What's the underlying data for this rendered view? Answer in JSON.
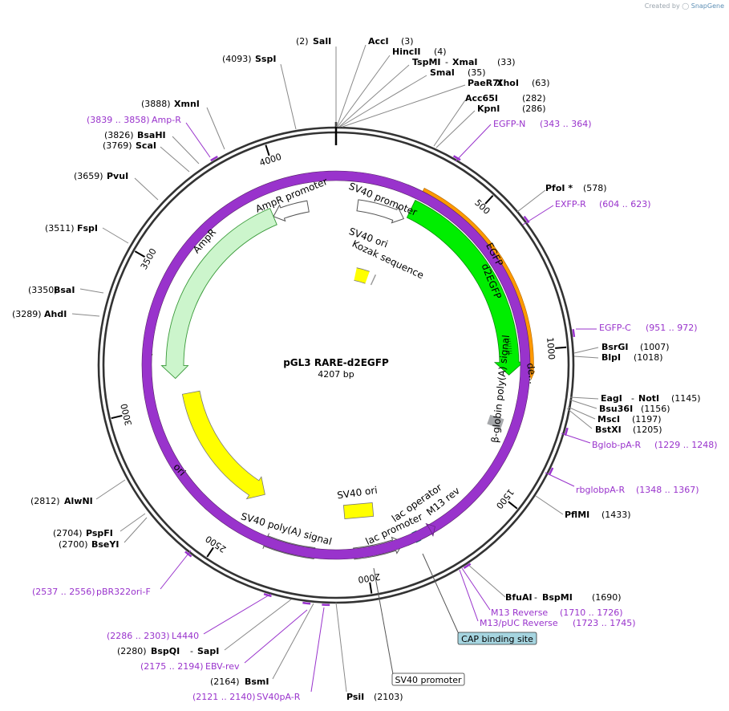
{
  "credit": {
    "prefix": "Created by",
    "brand": "SnapGene"
  },
  "plasmid": {
    "name": "pGL3 RARE-d2EGFP",
    "size_label": "4207 bp"
  },
  "ticks": [
    {
      "label": "500"
    },
    {
      "label": "1000"
    },
    {
      "label": "1500"
    },
    {
      "label": "2000"
    },
    {
      "label": "2500"
    },
    {
      "label": "3000"
    },
    {
      "label": "3500"
    },
    {
      "label": "4000"
    }
  ],
  "enzymes": [
    {
      "pos": "(2)",
      "name": "SalI"
    },
    {
      "pos": "(4093)",
      "name": "SspI"
    },
    {
      "name": "AccI",
      "pos": "(3)"
    },
    {
      "name": "HincII",
      "pos": "(4)"
    },
    {
      "name": "TspMI",
      "name2": "XmaI",
      "pos": "(33)"
    },
    {
      "name": "SmaI",
      "pos": "(35)"
    },
    {
      "name": "PaeR7I",
      "name2": "XhoI",
      "pos": "(63)"
    },
    {
      "name": "Acc65I",
      "pos": "(282)"
    },
    {
      "name": "KpnI",
      "pos": "(286)"
    },
    {
      "pos": "(3888)",
      "name": "XmnI"
    },
    {
      "pos": "(3826)",
      "name": "BsaHI"
    },
    {
      "pos": "(3769)",
      "name": "ScaI"
    },
    {
      "pos": "(3659)",
      "name": "PvuI"
    },
    {
      "name": "PfoI *",
      "pos": "(578)"
    },
    {
      "pos": "(3511)",
      "name": "FspI"
    },
    {
      "pos": "(3350)",
      "name": "BsaI"
    },
    {
      "pos": "(3289)",
      "name": "AhdI"
    },
    {
      "name": "BsrGI",
      "pos": "(1007)"
    },
    {
      "name": "BlpI",
      "pos": "(1018)"
    },
    {
      "name": "EagI",
      "name2": "NotI",
      "pos": "(1145)"
    },
    {
      "name": "Bsu36I",
      "pos": "(1156)"
    },
    {
      "name": "MscI",
      "pos": "(1197)"
    },
    {
      "name": "BstXI",
      "pos": "(1205)"
    },
    {
      "pos": "(2812)",
      "name": "AlwNI"
    },
    {
      "name": "PflMI",
      "pos": "(1433)"
    },
    {
      "pos": "(2704)",
      "name": "PspFI"
    },
    {
      "pos": "(2700)",
      "name": "BseYI"
    },
    {
      "name": "BfuAI",
      "name2": "BspMI",
      "pos": "(1690)"
    },
    {
      "pos": "(2280)",
      "name": "BspQI",
      "name2": "SapI"
    },
    {
      "pos": "(2164)",
      "name": "BsmI"
    },
    {
      "name": "PsiI",
      "pos": "(2103)"
    }
  ],
  "primers": [
    {
      "name": "EGFP-N",
      "range": "(343 .. 364)"
    },
    {
      "name": "EXFP-R",
      "range": "(604 .. 623)"
    },
    {
      "name": "EGFP-C",
      "range": "(951 .. 972)"
    },
    {
      "name": "Bglob-pA-R",
      "range": "(1229 .. 1248)"
    },
    {
      "name": "rbglobpA-R",
      "range": "(1348 .. 1367)"
    },
    {
      "name": "M13 Reverse",
      "range": "(1710 .. 1726)"
    },
    {
      "name": "M13/pUC Reverse",
      "range": "(1723 .. 1745)"
    },
    {
      "range": "(3839 .. 3858)",
      "name": "Amp-R"
    },
    {
      "range": "(2537 .. 2556)",
      "name": "pBR322ori-F"
    },
    {
      "range": "(2286 .. 2303)",
      "name": "L4440"
    },
    {
      "range": "(2175 .. 2194)",
      "name": "EBV-rev"
    },
    {
      "range": "(2121 .. 2140)",
      "name": "SV40pA-R"
    }
  ],
  "features": [
    {
      "name": "SV40 promoter"
    },
    {
      "name": "SV40 ori"
    },
    {
      "name": "Kozak sequence"
    },
    {
      "name": "EGFP"
    },
    {
      "name": "d2EGFP"
    },
    {
      "name": "de..."
    },
    {
      "name": "β-globin poly(A) signal"
    },
    {
      "name": "AmpR promoter"
    },
    {
      "name": "AmpR"
    },
    {
      "name": "ori"
    },
    {
      "name": "SV40 poly(A) signal"
    },
    {
      "name": "SV40 ori"
    },
    {
      "name": "lac promoter"
    },
    {
      "name": "lac operator"
    },
    {
      "name": "M13 rev"
    }
  ],
  "boxed_labels": [
    {
      "name": "CAP binding site"
    },
    {
      "name": "SV40 promoter"
    }
  ],
  "colors": {
    "backbone": "#333333",
    "gfp": "#00ee00",
    "amp": "#ccf5cc",
    "ori": "#ffff00",
    "polyA": "#a6a8ab",
    "primer": "#9933cc",
    "orange_arc": "#ff9900",
    "cap_box": "#a6d5e0",
    "cap_site": "#2f7c8c",
    "lac_operator": "#1a8a8a",
    "m13": "#9933cc"
  }
}
